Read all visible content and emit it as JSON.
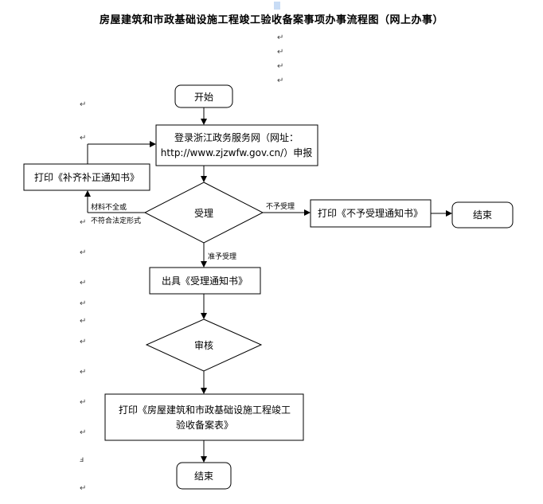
{
  "title": "房屋建筑和市政基础设施工程竣工验收备案事项办事流程图（网上办事）",
  "para_mark": "↵",
  "nodes": {
    "start": "开始",
    "login_line1": "登录浙江政务服务网（网址：",
    "login_line2": "http://www.zjzwfw.gov.cn/）申报",
    "print_supplement": "打印《补齐补正通知书》",
    "accept_decision": "受理",
    "print_reject": "打印《不予受理通知书》",
    "end_reject": "结束",
    "issue_notice": "出具《受理通知书》",
    "review": "审核",
    "print_form_line1": "打印《房屋建筑和市政基础设施工程竣工",
    "print_form_line2": "验收备案表》",
    "end_final": "结束"
  },
  "edge_labels": {
    "incomplete_line1": "材料不全或",
    "incomplete_line2": "不符合法定形式",
    "not_accepted": "不予受理",
    "accepted": "准予受理"
  },
  "colors": {
    "stroke": "#000000",
    "selection": "#c8dcf5"
  }
}
